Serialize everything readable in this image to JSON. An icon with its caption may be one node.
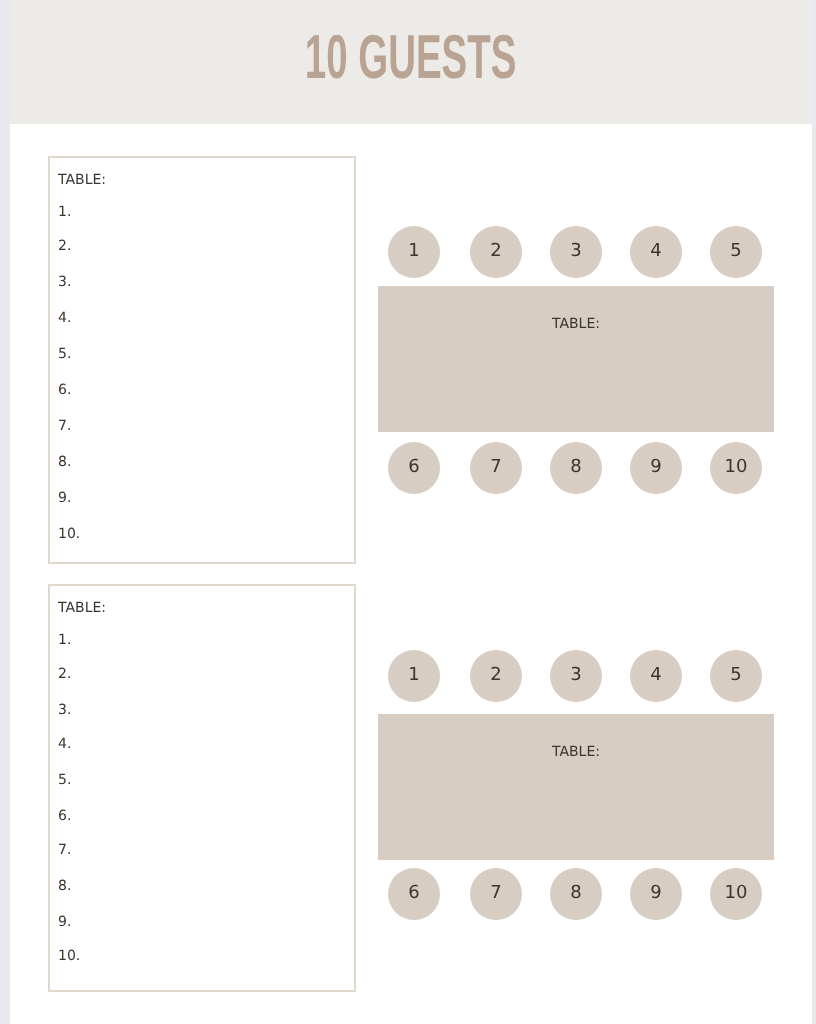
{
  "diagram": {
    "title": "10 GUESTS",
    "nodes": [
      {
        "text": [
          "TABLE:",
          "1.",
          "2.",
          "3.",
          "4.",
          "5.",
          "6.",
          "7.",
          "8.",
          "9.",
          "10."
        ]
      },
      {
        "text": [
          "1"
        ]
      },
      {
        "text": [
          "2"
        ]
      },
      {
        "text": [
          "3"
        ]
      },
      {
        "text": [
          "4"
        ]
      },
      {
        "text": [
          "5"
        ]
      },
      {
        "text": [
          "TABLE:"
        ]
      },
      {
        "text": [
          "6"
        ]
      },
      {
        "text": [
          "7"
        ]
      },
      {
        "text": [
          "8"
        ]
      },
      {
        "text": [
          "9"
        ]
      },
      {
        "text": [
          "10"
        ]
      },
      {
        "text": [
          "TABLE:",
          "1.",
          "2.",
          "3.",
          "4.",
          "5.",
          "6.",
          "7.",
          "8.",
          "9.",
          "10."
        ]
      },
      {
        "text": [
          "1"
        ]
      },
      {
        "text": [
          "2"
        ]
      },
      {
        "text": [
          "3"
        ]
      },
      {
        "text": [
          "4"
        ]
      },
      {
        "text": [
          "5"
        ]
      },
      {
        "text": [
          "TABLE:"
        ]
      },
      {
        "text": [
          "6"
        ]
      },
      {
        "text": [
          "7"
        ]
      },
      {
        "text": [
          "8"
        ]
      },
      {
        "text": [
          "9"
        ]
      },
      {
        "text": [
          "10"
        ]
      }
    ]
  }
}
